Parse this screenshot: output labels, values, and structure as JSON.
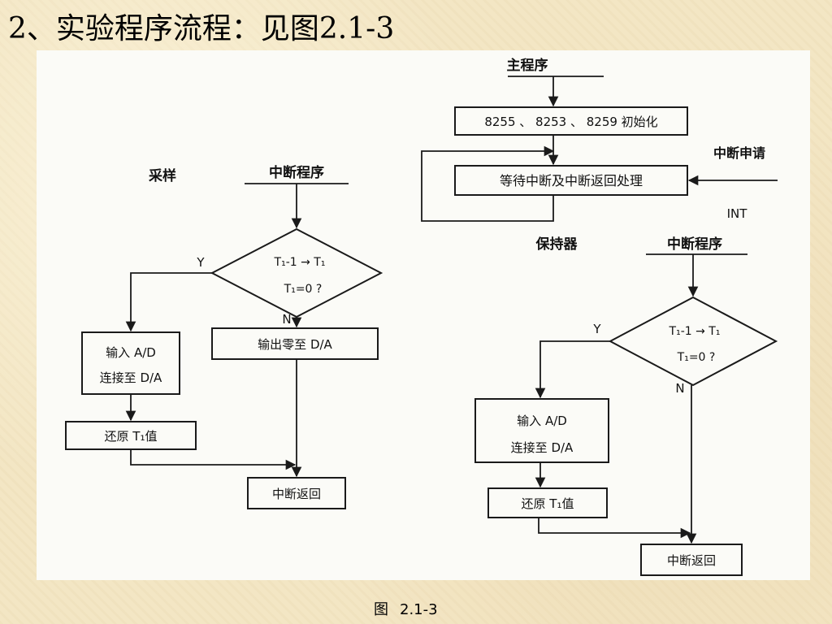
{
  "slide": {
    "title": "2、实验程序流程：见图2.1-3"
  },
  "caption": {
    "prefix": "图",
    "number": "2.1-3"
  },
  "main_program": {
    "title": "主程序",
    "init_box": "8255 、 8253 、 8259 初始化",
    "interrupt_request": "中断申请",
    "wait_box": "等待中断及中断返回处理",
    "int_label": "INT"
  },
  "sampling_routine": {
    "label": "采样",
    "title": "中断程序",
    "decision_line1": "T₁-1 → T₁",
    "decision_line2": "T₁=0 ?",
    "yes": "Y",
    "no": "N",
    "input_line1": "输入 A/D",
    "input_line2": "连接至 D/A",
    "restore": "还原 T₁值",
    "output_zero": "输出零至 D/A",
    "return": "中断返回"
  },
  "holder_routine": {
    "label": "保持器",
    "title": "中断程序",
    "decision_line1": "T₁-1 → T₁",
    "decision_line2": "T₁=0 ?",
    "yes": "Y",
    "no": "N",
    "input_line1": "输入 A/D",
    "input_line2": "连接至 D/A",
    "restore": "还原 T₁值",
    "return": "中断返回"
  }
}
